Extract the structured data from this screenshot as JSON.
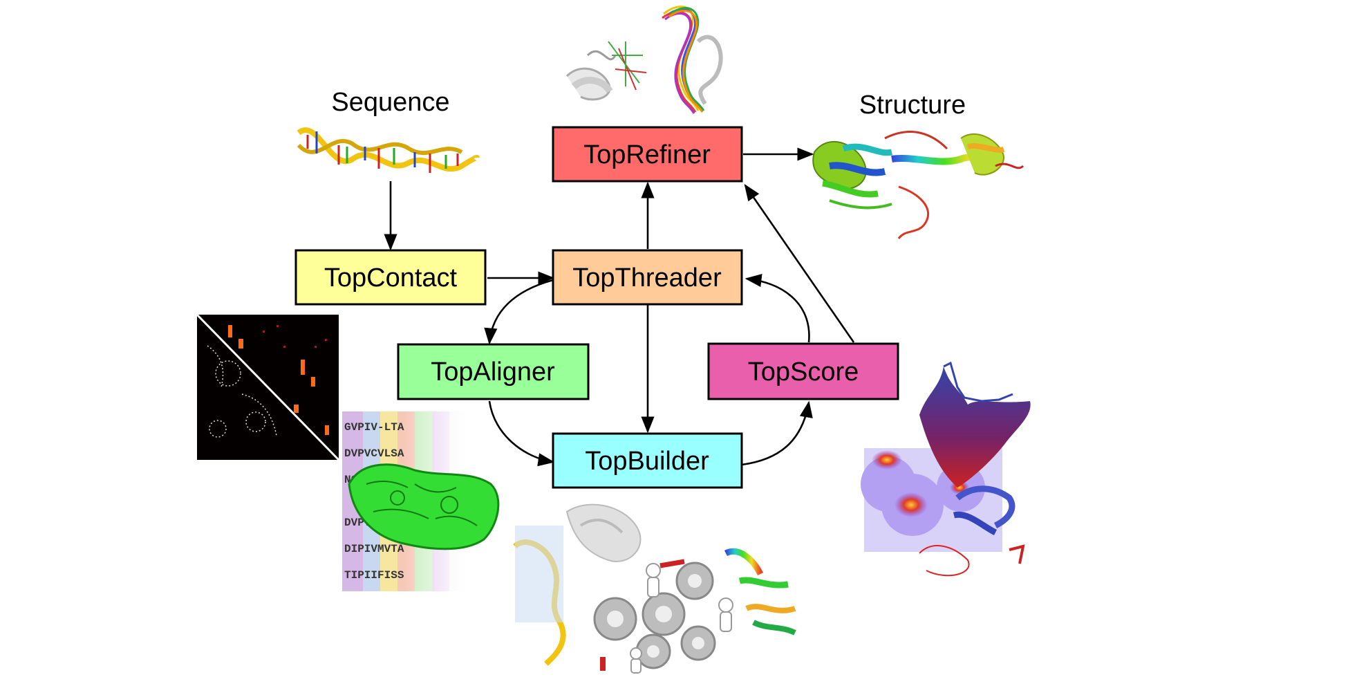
{
  "captions": {
    "sequence": "Sequence",
    "structure": "Structure"
  },
  "nodes": {
    "refiner": {
      "label": "TopRefiner",
      "color": "#ff6b6b"
    },
    "contact": {
      "label": "TopContact",
      "color": "#ffff99"
    },
    "threader": {
      "label": "TopThreader",
      "color": "#ffcc99"
    },
    "aligner": {
      "label": "TopAligner",
      "color": "#99ff99"
    },
    "score": {
      "label": "TopScore",
      "color": "#e95fac"
    },
    "builder": {
      "label": "TopBuilder",
      "color": "#99ffff"
    }
  },
  "alignment_rows": [
    "GVPIV-LTA",
    "DVPVCVLSA",
    "NGPV",
    "DVPVCVLSA",
    "DIPIVMVTA",
    "TIPIIFISS"
  ],
  "icons": {
    "sequence": "dna-helix-icon",
    "structure": "protein-structure-icon",
    "refiner": "superimposed-protein-models-icon",
    "contact": "contact-map-icon",
    "aligner": "sequence-alignment-protein-icon",
    "builder": "gears-and-workers-icon",
    "score": "energy-landscape-icon"
  }
}
